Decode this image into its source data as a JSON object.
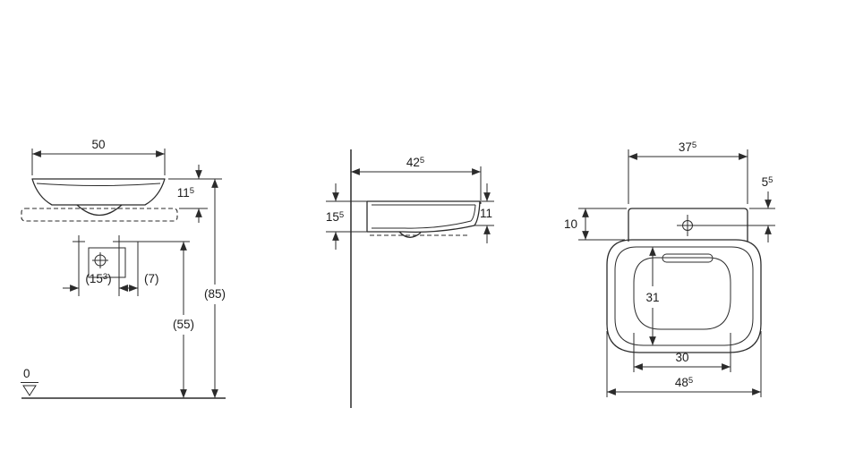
{
  "drawing": {
    "front_view": {
      "width": {
        "b": "50",
        "s": "",
        "t": ""
      },
      "rim_height": {
        "b": "11",
        "s": "5",
        "t": ""
      },
      "tap_hole_spacing": {
        "b": "(15",
        "s": "3",
        "t": ")"
      },
      "tap_hole_offset": {
        "b": "(7)",
        "s": "",
        "t": ""
      },
      "rim_to_floor": {
        "b": "(85)",
        "s": "",
        "t": ""
      },
      "tap_to_floor": {
        "b": "(55)",
        "s": "",
        "t": ""
      },
      "datum": {
        "b": "0",
        "s": "",
        "t": ""
      }
    },
    "side_view": {
      "depth": {
        "b": "42",
        "s": "5",
        "t": ""
      },
      "basin_height": {
        "b": "15",
        "s": "5",
        "t": ""
      },
      "front_edge_height": {
        "b": "11",
        "s": "",
        "t": ""
      }
    },
    "top_view": {
      "deck_width": {
        "b": "37",
        "s": "5",
        "t": ""
      },
      "tap_setback": {
        "b": "5",
        "s": "5",
        "t": ""
      },
      "deck_depth": {
        "b": "10",
        "s": "",
        "t": ""
      },
      "bowl_depth": {
        "b": "31",
        "s": "",
        "t": ""
      },
      "bowl_width": {
        "b": "30",
        "s": "",
        "t": ""
      },
      "total_width": {
        "b": "48",
        "s": "5",
        "t": ""
      }
    }
  }
}
